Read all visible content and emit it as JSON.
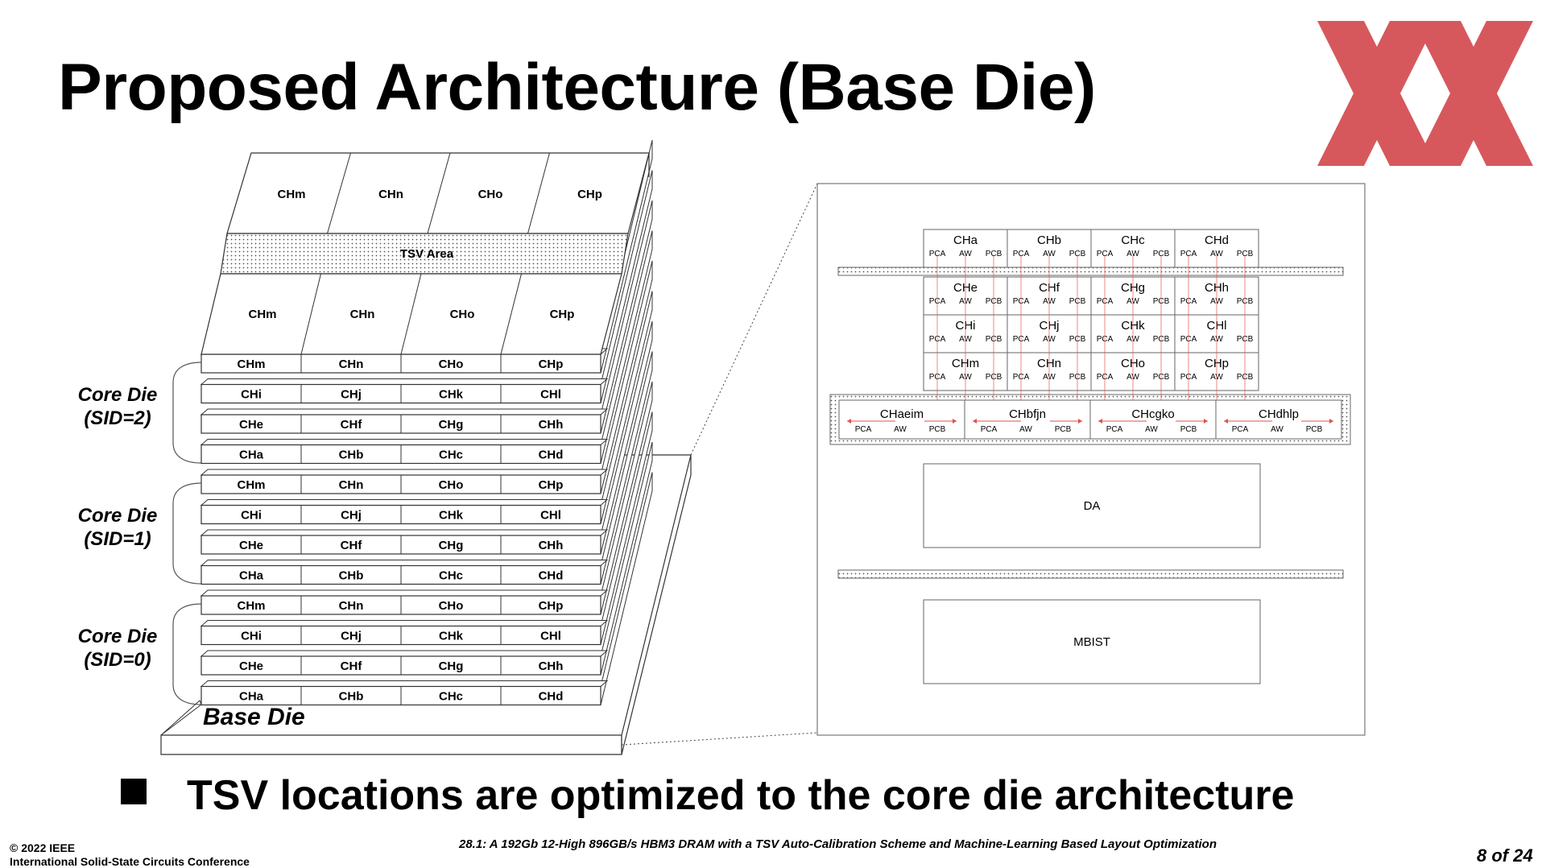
{
  "title": "Proposed Architecture (Base Die)",
  "stack": {
    "top_channels": [
      "CHm",
      "CHn",
      "CHo",
      "CHp"
    ],
    "tsv_label": "TSV Area",
    "rows": [
      [
        "CHm",
        "CHn",
        "CHo",
        "CHp"
      ],
      [
        "CHi",
        "CHj",
        "CHk",
        "CHl"
      ],
      [
        "CHe",
        "CHf",
        "CHg",
        "CHh"
      ],
      [
        "CHa",
        "CHb",
        "CHc",
        "CHd"
      ]
    ],
    "core_dies": [
      {
        "line1": "Core Die",
        "line2": "(SID=2)"
      },
      {
        "line1": "Core Die",
        "line2": "(SID=1)"
      },
      {
        "line1": "Core Die",
        "line2": "(SID=0)"
      }
    ],
    "base_die_label": "Base Die"
  },
  "zoom": {
    "grid": [
      [
        "CHa",
        "CHb",
        "CHc",
        "CHd"
      ],
      [
        "CHe",
        "CHf",
        "CHg",
        "CHh"
      ],
      [
        "CHi",
        "CHj",
        "CHk",
        "CHl"
      ],
      [
        "CHm",
        "CHn",
        "CHo",
        "CHp"
      ]
    ],
    "sub": [
      "PCA",
      "AW",
      "PCB"
    ],
    "merged": [
      "CHaeim",
      "CHbfjn",
      "CHcgko",
      "CHdhlp"
    ],
    "da": "DA",
    "mbist": "MBIST",
    "arrow_color": "#e2504a"
  },
  "bullet": "TSV locations are optimized to the core die architecture",
  "footer": {
    "copyright": "© 2022 IEEE",
    "conference": "International Solid-State Circuits Conference",
    "paper": "28.1: A 192Gb 12-High 896GB/s HBM3 DRAM with a TSV Auto-Calibration Scheme and Machine-Learning Based Layout Optimization",
    "page": "8 of 24"
  },
  "logo_color": "#d2474b"
}
